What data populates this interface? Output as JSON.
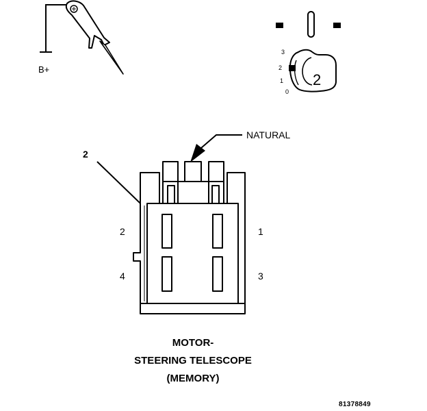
{
  "probe": {
    "label": "B+"
  },
  "key_switch": {
    "position_labels": [
      "3",
      "2",
      "1",
      "0"
    ],
    "key_number": "2"
  },
  "connector": {
    "callout_number": "2",
    "callout_note": "NATURAL",
    "pins": {
      "top_left": "2",
      "top_right": "1",
      "bottom_left": "4",
      "bottom_right": "3"
    }
  },
  "caption": {
    "line1": "MOTOR-",
    "line2": "STEERING TELESCOPE",
    "line3": "(MEMORY)"
  },
  "figure_id": "81378849"
}
